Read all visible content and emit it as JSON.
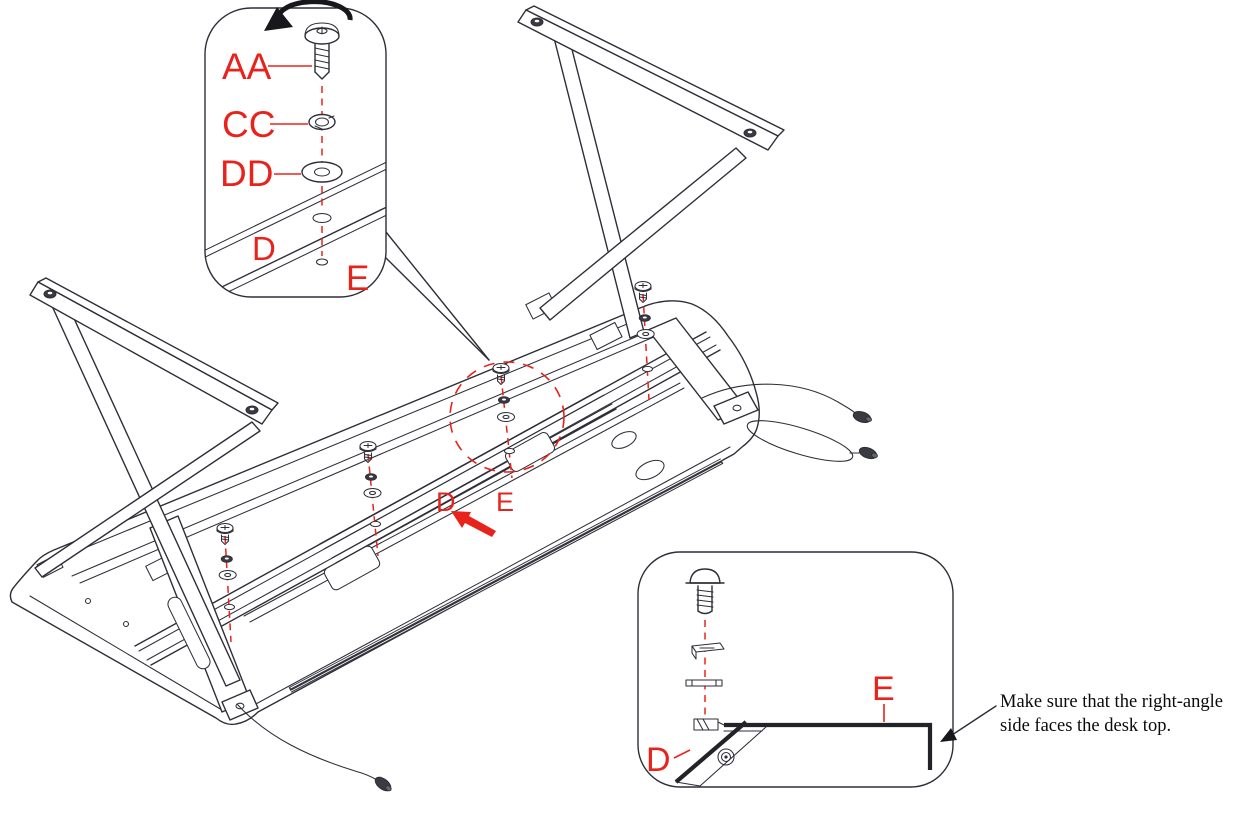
{
  "diagram": {
    "title_hint": "desk-assembly-step",
    "colors": {
      "accent_red": "#e8231c",
      "line": "#2e2e38",
      "text": "#0a0a0a"
    },
    "callout_top_left": {
      "rotation_icon": "counterclockwise-rotation-arrow",
      "label_aa": "AA",
      "label_cc": "CC",
      "label_dd": "DD",
      "label_d": "D",
      "label_e": "E"
    },
    "main": {
      "label_d": "D",
      "label_e": "E"
    },
    "callout_bottom_right": {
      "label_d": "D",
      "label_e": "E"
    },
    "note": {
      "line1": "Make sure that the right-angle",
      "line2": "side faces the desk top."
    }
  }
}
